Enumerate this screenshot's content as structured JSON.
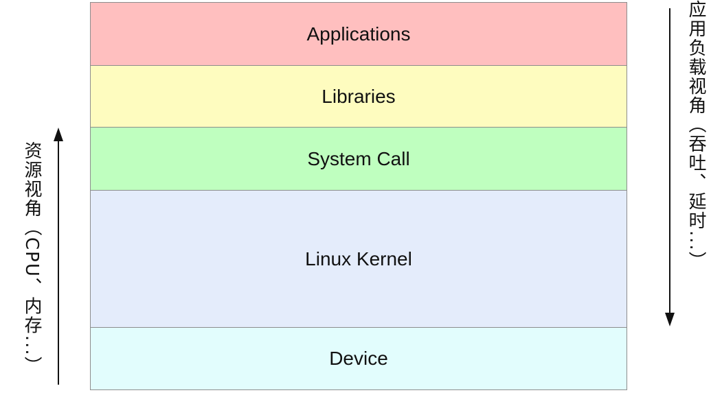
{
  "layers": [
    {
      "label": "Applications",
      "color": "#ffbfbf"
    },
    {
      "label": "Libraries",
      "color": "#fefcbf"
    },
    {
      "label": "System Call",
      "color": "#bfffbf"
    },
    {
      "label": "Linux Kernel",
      "color": "#e4ecfb"
    },
    {
      "label": "Device",
      "color": "#e2fdfd"
    }
  ],
  "left_axis": {
    "label": "资源视角（CPU、内存...）",
    "direction": "up"
  },
  "right_axis": {
    "label": "应用负载视角（吞吐、延时...）",
    "direction": "down"
  },
  "colors": {
    "border": "#8c8c8c",
    "arrow": "#111111"
  }
}
